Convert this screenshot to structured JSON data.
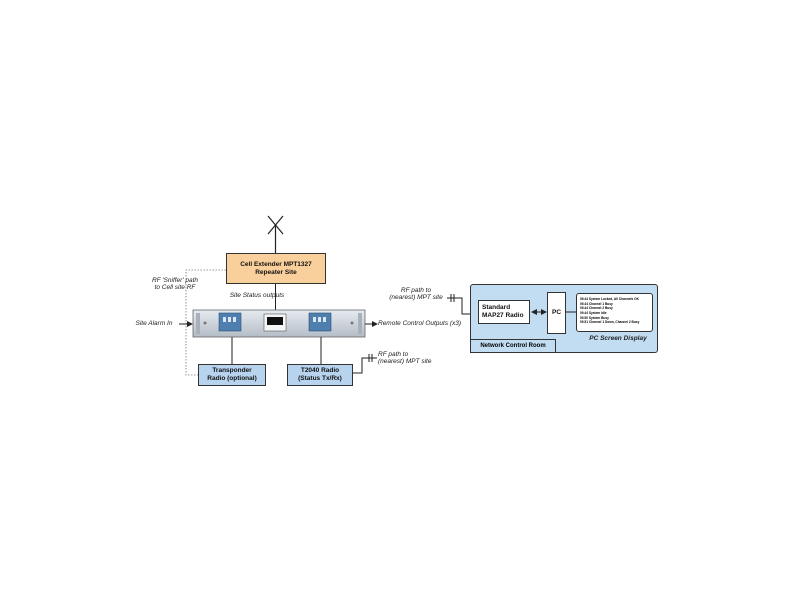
{
  "repeater": {
    "line1": "Cell Extender MPT1327",
    "line2": "Repeater Site",
    "color": "#f9cf9b"
  },
  "labels": {
    "sniffer_line1": "RF 'Sniffer' path",
    "sniffer_line2": "to Cell site RF",
    "site_status_outputs": "Site Status outputs",
    "site_alarm_in": "Site Alarm In",
    "remote_control_outputs": "Remote Control Outputs (x3)",
    "rf_path_left_line1": "RF path to",
    "rf_path_left_line2": "(nearest) MPT site",
    "rf_path_bottom_line1": "RF path to",
    "rf_path_bottom_line2": "(nearest) MPT site"
  },
  "transponder": {
    "line1": "Transponder",
    "line2": "Radio (optional)",
    "color": "#b7d3ee"
  },
  "t2040": {
    "line1": "T2040 Radio",
    "line2": "(Status Tx/Rx)",
    "color": "#b7d3ee"
  },
  "ncr": {
    "panel_color": "#c2dcf2",
    "label": "Network Control Room",
    "map27_line1": "Standard",
    "map27_line2": "MAP27 Radio",
    "pc_label": "PC",
    "screen_title": "PC Screen Display",
    "screen_lines": [
      "09.44 System Locked, All Channels OK",
      "09.44 Channel 1 Busy",
      "09.44 Channel 2 Busy",
      "09.44 System Idle",
      "09.50 System Busy",
      "09.51 Channel 1 Down, Channel 2 Busy"
    ]
  },
  "icons": {
    "antenna": "antenna-icon",
    "rf_stub": "rf-stub-icon",
    "panel": "rack-unit-icon"
  }
}
